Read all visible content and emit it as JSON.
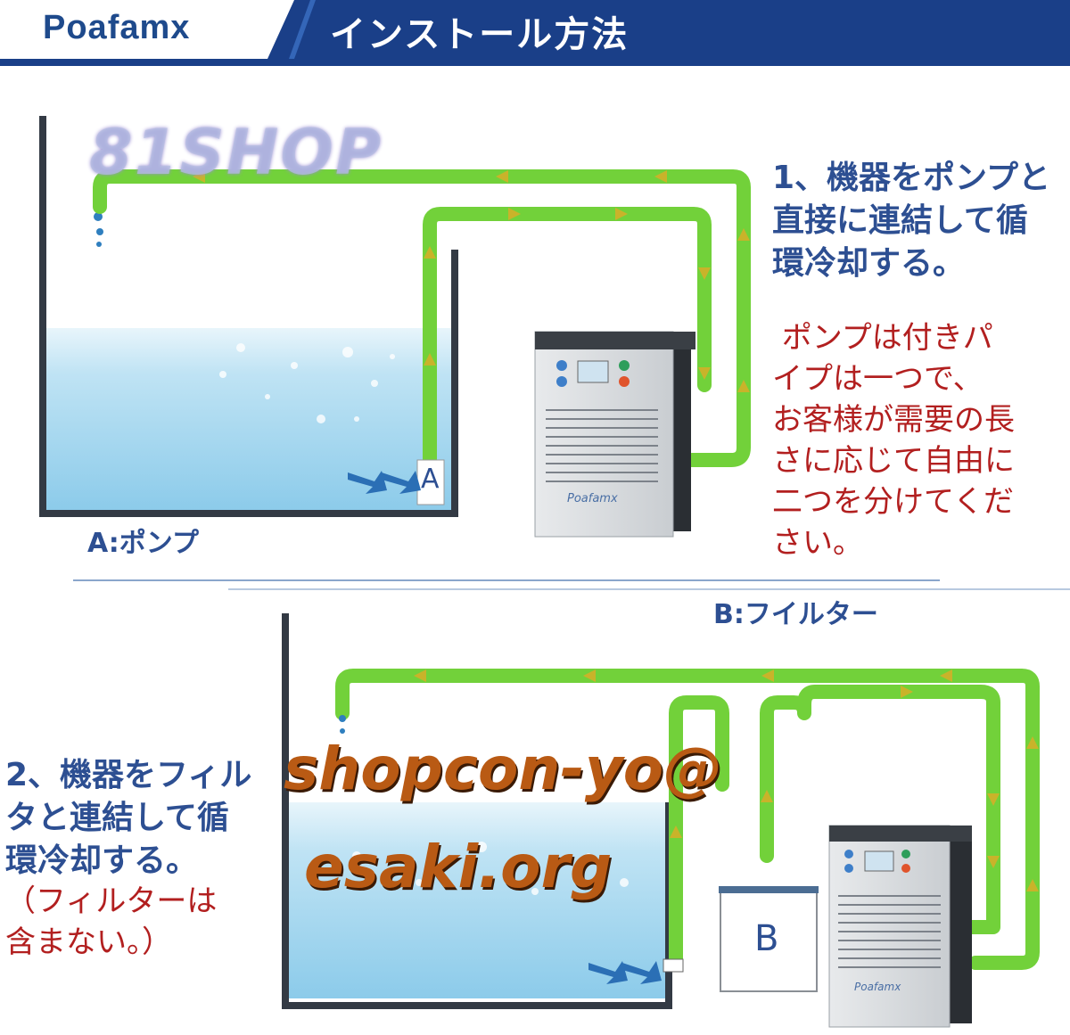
{
  "header": {
    "brand": "Poafamx",
    "title": "インストール方法"
  },
  "section1": {
    "instruction": "1、機器をポンプと\n直接に連結して循\n環冷却する。",
    "note": " ポンプは付きパ\nイプは一つで、\nお客様が需要の長\nさに応じて自由に\n二つを分けてくだ\nさい。",
    "pump_label": "A:ポンプ",
    "marker": "A"
  },
  "section2": {
    "filter_label": "B:フイルター",
    "instruction": "2、機器をフィル\nタと連結して循\n環冷却する。",
    "note": "（フィルターは\n含まない。）",
    "marker": "B"
  },
  "device": {
    "brand": "Poafamx"
  },
  "watermarks": {
    "shop": "81SHOP",
    "contact": "shopcon-yo@\n esaki.org"
  },
  "colors": {
    "pipe": "#72d13a",
    "arrow": "#c9b32a",
    "title_band": "#1a3f88",
    "water": "#a9d8f0",
    "red_text": "#b21f1f",
    "blue_text": "#2d4f92"
  }
}
